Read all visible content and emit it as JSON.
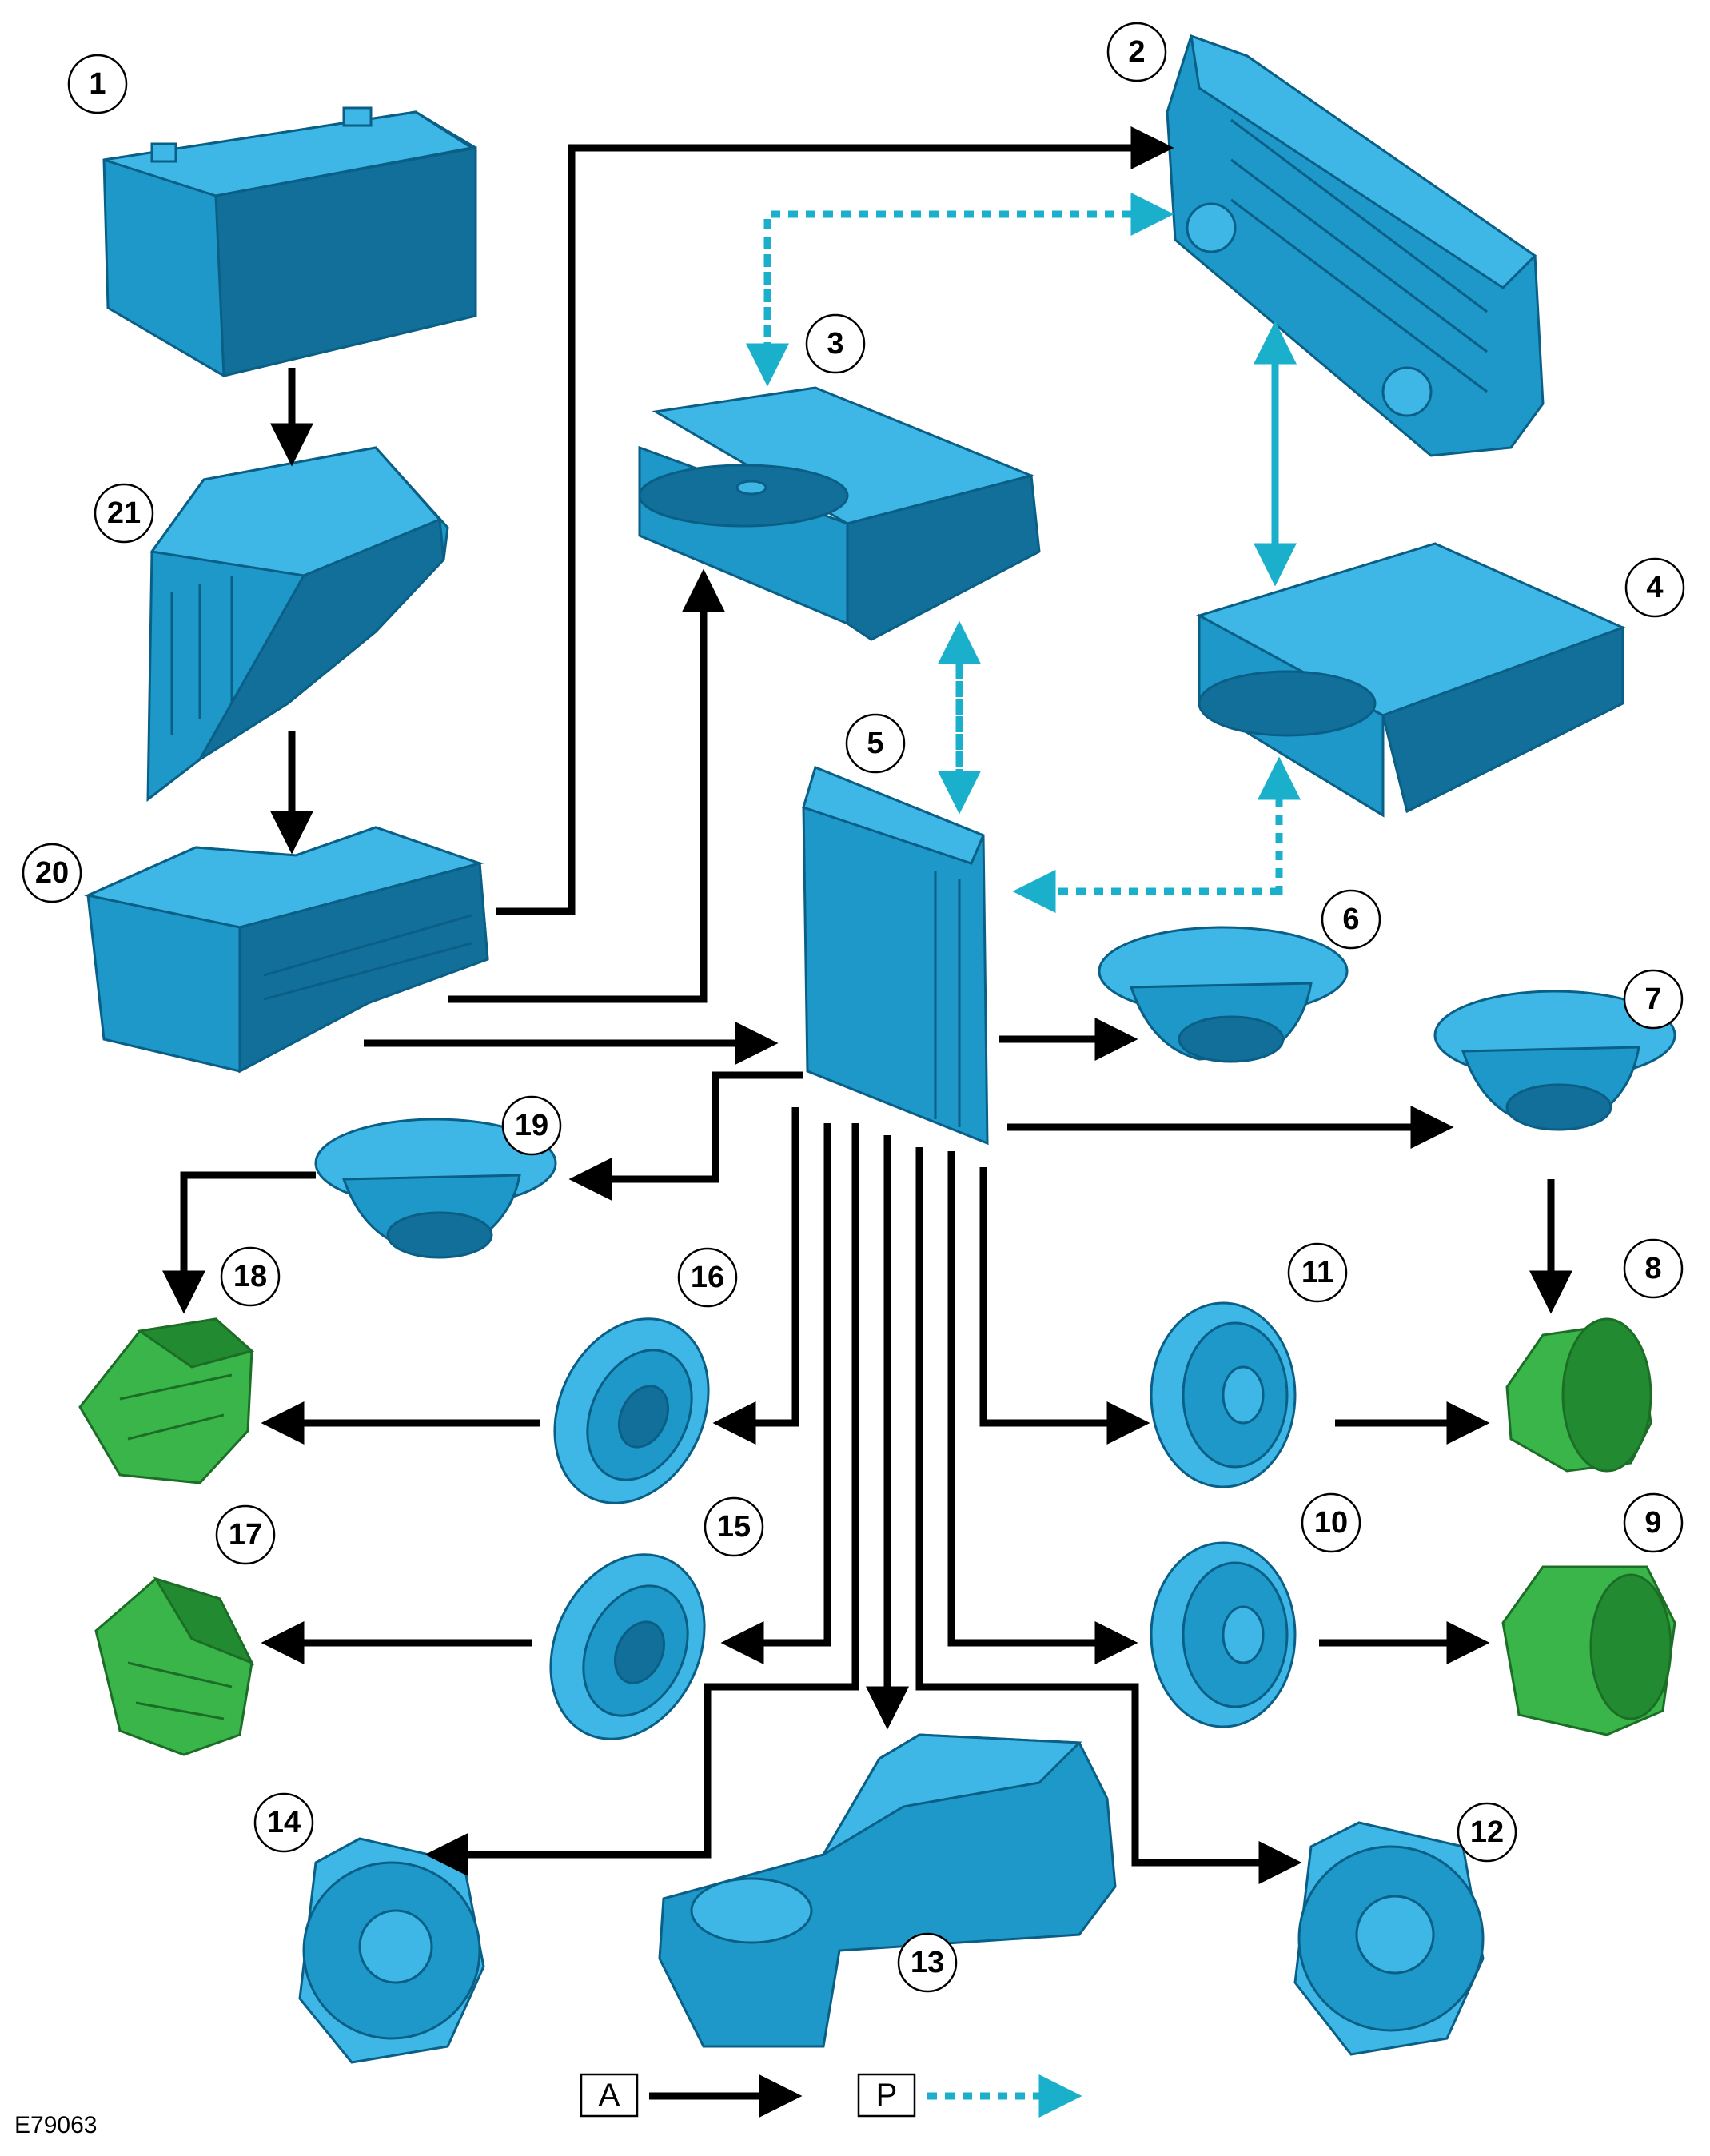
{
  "diagram_ref": "E79063",
  "components": [
    {
      "id": "c1",
      "label": "1"
    },
    {
      "id": "c2",
      "label": "2"
    },
    {
      "id": "c3",
      "label": "3"
    },
    {
      "id": "c4",
      "label": "4"
    },
    {
      "id": "c5",
      "label": "5"
    },
    {
      "id": "c6",
      "label": "6"
    },
    {
      "id": "c7",
      "label": "7"
    },
    {
      "id": "c8",
      "label": "8"
    },
    {
      "id": "c9",
      "label": "9"
    },
    {
      "id": "c10",
      "label": "10"
    },
    {
      "id": "c11",
      "label": "11"
    },
    {
      "id": "c12",
      "label": "12"
    },
    {
      "id": "c13",
      "label": "13"
    },
    {
      "id": "c14",
      "label": "14"
    },
    {
      "id": "c15",
      "label": "15"
    },
    {
      "id": "c16",
      "label": "16"
    },
    {
      "id": "c17",
      "label": "17"
    },
    {
      "id": "c18",
      "label": "18"
    },
    {
      "id": "c19",
      "label": "19"
    },
    {
      "id": "c20",
      "label": "20"
    },
    {
      "id": "c21",
      "label": "21"
    }
  ],
  "legend": [
    {
      "key": "A",
      "style": "solid black arrow"
    },
    {
      "key": "P",
      "style": "dotted cyan arrow"
    }
  ],
  "colors": {
    "wire": "#000000",
    "bus": "#1ab0cc",
    "part_primary": "#1e97c9",
    "part_tweeter": "#39b54a"
  }
}
